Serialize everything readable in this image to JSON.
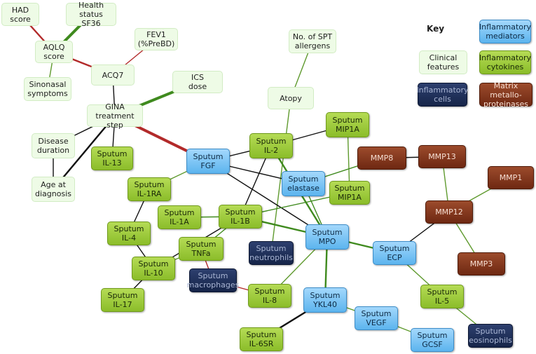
{
  "key": {
    "title": "Key",
    "clinical": "Clinical\nfeatures",
    "mediators": "Inflammatory\nmediators",
    "cytokines": "Inflammatory\ncytokines",
    "cells": "Inflammatory\ncells",
    "mmp": "Matrix metallo-\nproteinases"
  },
  "colors": {
    "clinical_fill": "#eefbe6",
    "cytokine_fill": "#9fcb3c",
    "mediator_fill": "#7cc4f4",
    "cell_fill": "#1f2f58",
    "mmp_fill": "#853519",
    "edge_red": "#b22a2a",
    "edge_green": "#3f8a1e",
    "edge_black": "#111111",
    "edge_olive": "#5f9a2e"
  },
  "nodes": [
    {
      "id": "had",
      "label": "HAD\nscore",
      "category": "clinical"
    },
    {
      "id": "sf36",
      "label": "Health status\nSF36",
      "category": "clinical"
    },
    {
      "id": "aqlq",
      "label": "AQLQ\nscore",
      "category": "clinical"
    },
    {
      "id": "fev1",
      "label": "FEV1\n(%PreBD)",
      "category": "clinical"
    },
    {
      "id": "acq7",
      "label": "ACQ7",
      "category": "clinical"
    },
    {
      "id": "sinonasal",
      "label": "Sinonasal\nsymptoms",
      "category": "clinical"
    },
    {
      "id": "ics",
      "label": "ICS\ndose",
      "category": "clinical"
    },
    {
      "id": "spt",
      "label": "No. of SPT\nallergens",
      "category": "clinical"
    },
    {
      "id": "gina",
      "label": "GINA\ntreatment step",
      "category": "clinical"
    },
    {
      "id": "atopy",
      "label": "Atopy",
      "category": "clinical"
    },
    {
      "id": "duration",
      "label": "Disease\nduration",
      "category": "clinical"
    },
    {
      "id": "age",
      "label": "Age at\ndiagnosis",
      "category": "clinical"
    },
    {
      "id": "il13",
      "label": "Sputum\nIL-13",
      "category": "cytokine"
    },
    {
      "id": "fgf",
      "label": "Sputum\nFGF",
      "category": "mediator"
    },
    {
      "id": "il2",
      "label": "Sputum\nIL-2",
      "category": "cytokine"
    },
    {
      "id": "mip1a_top",
      "label": "Sputum\nMIP1A",
      "category": "cytokine"
    },
    {
      "id": "mmp8",
      "label": "MMP8",
      "category": "mmp"
    },
    {
      "id": "mmp13",
      "label": "MMP13",
      "category": "mmp"
    },
    {
      "id": "mmp1",
      "label": "MMP1",
      "category": "mmp"
    },
    {
      "id": "il1ra",
      "label": "Sputum\nIL-1RA",
      "category": "cytokine"
    },
    {
      "id": "elastase",
      "label": "Sputum\nelastase",
      "category": "mediator"
    },
    {
      "id": "mip1a_bot",
      "label": "Sputum\nMIP1A",
      "category": "cytokine"
    },
    {
      "id": "il1a",
      "label": "Sputum\nIL-1A",
      "category": "cytokine"
    },
    {
      "id": "il1b",
      "label": "Sputum\nIL-1B",
      "category": "cytokine"
    },
    {
      "id": "mmp12",
      "label": "MMP12",
      "category": "mmp"
    },
    {
      "id": "il4",
      "label": "Sputum\nIL-4",
      "category": "cytokine"
    },
    {
      "id": "tnfa",
      "label": "Sputum\nTNFa",
      "category": "cytokine"
    },
    {
      "id": "neutrophils",
      "label": "Sputum\nneutrophils",
      "category": "cell"
    },
    {
      "id": "mpo",
      "label": "Sputum\nMPO",
      "category": "mediator"
    },
    {
      "id": "ecp",
      "label": "Sputum\nECP",
      "category": "mediator"
    },
    {
      "id": "il10",
      "label": "Sputum\nIL-10",
      "category": "cytokine"
    },
    {
      "id": "mmp3",
      "label": "MMP3",
      "category": "mmp"
    },
    {
      "id": "macrophages",
      "label": "Sputum\nmacrophages",
      "category": "cell"
    },
    {
      "id": "il8",
      "label": "Sputum\nIL-8",
      "category": "cytokine"
    },
    {
      "id": "ykl40",
      "label": "Sputum\nYKL40",
      "category": "mediator"
    },
    {
      "id": "il5",
      "label": "Sputum\nIL-5",
      "category": "cytokine"
    },
    {
      "id": "il17",
      "label": "Sputum\nIL-17",
      "category": "cytokine"
    },
    {
      "id": "vegf",
      "label": "Sputum\nVEGF",
      "category": "mediator"
    },
    {
      "id": "eosinophils",
      "label": "Sputum\neosinophils",
      "category": "cell"
    },
    {
      "id": "il6sr",
      "label": "Sputum\nIL-6SR",
      "category": "cytokine"
    },
    {
      "id": "gcsf",
      "label": "Sputum\nGCSF",
      "category": "mediator"
    }
  ],
  "edges": [
    {
      "from": "had",
      "to": "aqlq",
      "color": "red",
      "weight": "medium"
    },
    {
      "from": "sf36",
      "to": "aqlq",
      "color": "green",
      "weight": "thick"
    },
    {
      "from": "aqlq",
      "to": "sinonasal",
      "color": "olive",
      "weight": "thin"
    },
    {
      "from": "aqlq",
      "to": "acq7",
      "color": "red",
      "weight": "medium"
    },
    {
      "from": "fev1",
      "to": "acq7",
      "color": "red",
      "weight": "thin"
    },
    {
      "from": "acq7",
      "to": "gina",
      "color": "black",
      "weight": "thin"
    },
    {
      "from": "ics",
      "to": "gina",
      "color": "green",
      "weight": "thick"
    },
    {
      "from": "gina",
      "to": "duration",
      "color": "black",
      "weight": "thin"
    },
    {
      "from": "gina",
      "to": "age",
      "color": "black",
      "weight": "medium"
    },
    {
      "from": "gina",
      "to": "il13",
      "color": "black",
      "weight": "thin"
    },
    {
      "from": "gina",
      "to": "fgf",
      "color": "red",
      "weight": "thick"
    },
    {
      "from": "spt",
      "to": "atopy",
      "color": "olive",
      "weight": "thin"
    },
    {
      "from": "atopy",
      "to": "neutrophils",
      "color": "olive",
      "weight": "thin"
    },
    {
      "from": "duration",
      "to": "age",
      "color": "black",
      "weight": "thin"
    },
    {
      "from": "fgf",
      "to": "il2",
      "color": "black",
      "weight": "thin"
    },
    {
      "from": "fgf",
      "to": "elastase",
      "color": "black",
      "weight": "thin"
    },
    {
      "from": "fgf",
      "to": "mpo",
      "color": "black",
      "weight": "thin"
    },
    {
      "from": "fgf",
      "to": "il1ra",
      "color": "olive",
      "weight": "thin"
    },
    {
      "from": "il2",
      "to": "mip1a_top",
      "color": "black",
      "weight": "thin"
    },
    {
      "from": "il2",
      "to": "il1b",
      "color": "black",
      "weight": "thin"
    },
    {
      "from": "il2",
      "to": "mpo",
      "color": "green",
      "weight": "medium"
    },
    {
      "from": "mip1a_top",
      "to": "mip1a_bot",
      "color": "olive",
      "weight": "thin"
    },
    {
      "from": "elastase",
      "to": "mmp8",
      "color": "green",
      "weight": "thin"
    },
    {
      "from": "elastase",
      "to": "mpo",
      "color": "green",
      "weight": "thin"
    },
    {
      "from": "mmp8",
      "to": "mmp13",
      "color": "black",
      "weight": "thin"
    },
    {
      "from": "mmp13",
      "to": "mmp12",
      "color": "olive",
      "weight": "thin"
    },
    {
      "from": "mmp1",
      "to": "mmp12",
      "color": "olive",
      "weight": "thin"
    },
    {
      "from": "mmp12",
      "to": "mmp3",
      "color": "olive",
      "weight": "thin"
    },
    {
      "from": "mmp12",
      "to": "ecp",
      "color": "black",
      "weight": "thin"
    },
    {
      "from": "il1ra",
      "to": "il4",
      "color": "black",
      "weight": "thin"
    },
    {
      "from": "il1a",
      "to": "il1b",
      "color": "green",
      "weight": "thin"
    },
    {
      "from": "il1b",
      "to": "mip1a_bot",
      "color": "green",
      "weight": "thin"
    },
    {
      "from": "il1b",
      "to": "mpo",
      "color": "green",
      "weight": "medium"
    },
    {
      "from": "il1b",
      "to": "tnfa",
      "color": "green",
      "weight": "thin"
    },
    {
      "from": "il1b",
      "to": "il10",
      "color": "black",
      "weight": "thin"
    },
    {
      "from": "il4",
      "to": "il10",
      "color": "black",
      "weight": "thin"
    },
    {
      "from": "il10",
      "to": "il17",
      "color": "black",
      "weight": "thin"
    },
    {
      "from": "tnfa",
      "to": "il10",
      "color": "olive",
      "weight": "thin"
    },
    {
      "from": "mpo",
      "to": "ecp",
      "color": "green",
      "weight": "medium"
    },
    {
      "from": "mpo",
      "to": "ykl40",
      "color": "green",
      "weight": "medium"
    },
    {
      "from": "mpo",
      "to": "il8",
      "color": "olive",
      "weight": "thin"
    },
    {
      "from": "ecp",
      "to": "il5",
      "color": "olive",
      "weight": "thin"
    },
    {
      "from": "il5",
      "to": "eosinophils",
      "color": "olive",
      "weight": "thin"
    },
    {
      "from": "macrophages",
      "to": "il8",
      "color": "red",
      "weight": "thin"
    },
    {
      "from": "macrophages",
      "to": "tnfa",
      "color": "red",
      "weight": "thin"
    },
    {
      "from": "ykl40",
      "to": "vegf",
      "color": "olive",
      "weight": "thin"
    },
    {
      "from": "ykl40",
      "to": "il6sr",
      "color": "black",
      "weight": "medium"
    },
    {
      "from": "vegf",
      "to": "gcsf",
      "color": "olive",
      "weight": "thin"
    }
  ]
}
